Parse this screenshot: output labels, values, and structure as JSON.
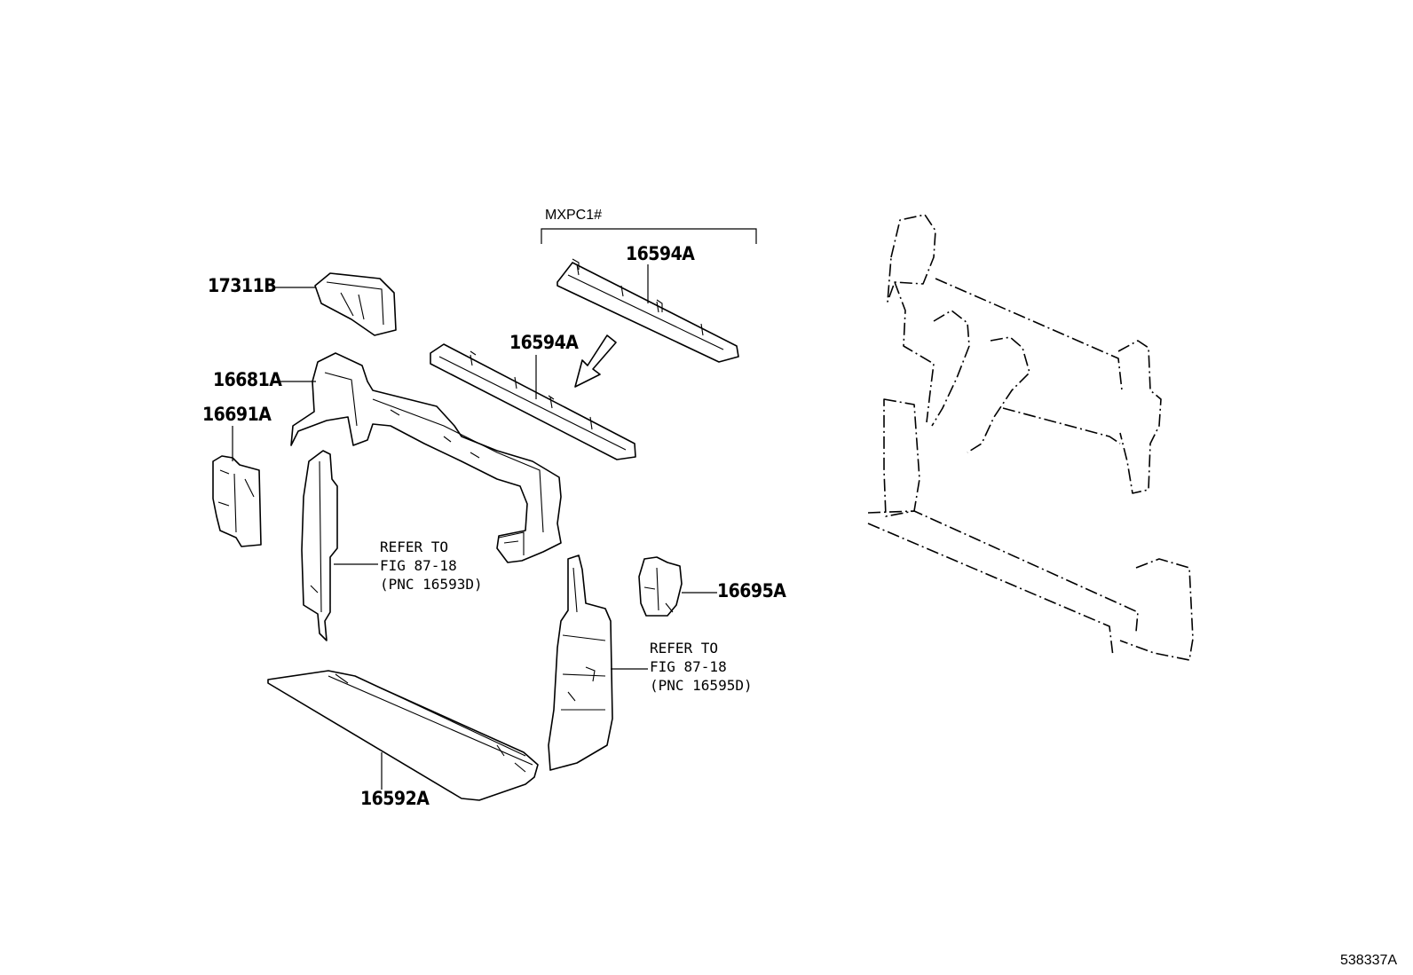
{
  "diagram_id": "538337A",
  "variant_label": "MXPC1#",
  "callouts": {
    "p17311B": "17311B",
    "p16681A": "16681A",
    "p16691A": "16691A",
    "p16594A_upper": "16594A",
    "p16594A_lower": "16594A",
    "p16695A": "16695A",
    "p16592A": "16592A"
  },
  "notes": {
    "left": {
      "line1": "REFER TO",
      "line2": "FIG 87-18",
      "line3": "(PNC 16593D)"
    },
    "right": {
      "line1": "REFER TO",
      "line2": "FIG 87-18",
      "line3": "(PNC 16595D)"
    }
  }
}
